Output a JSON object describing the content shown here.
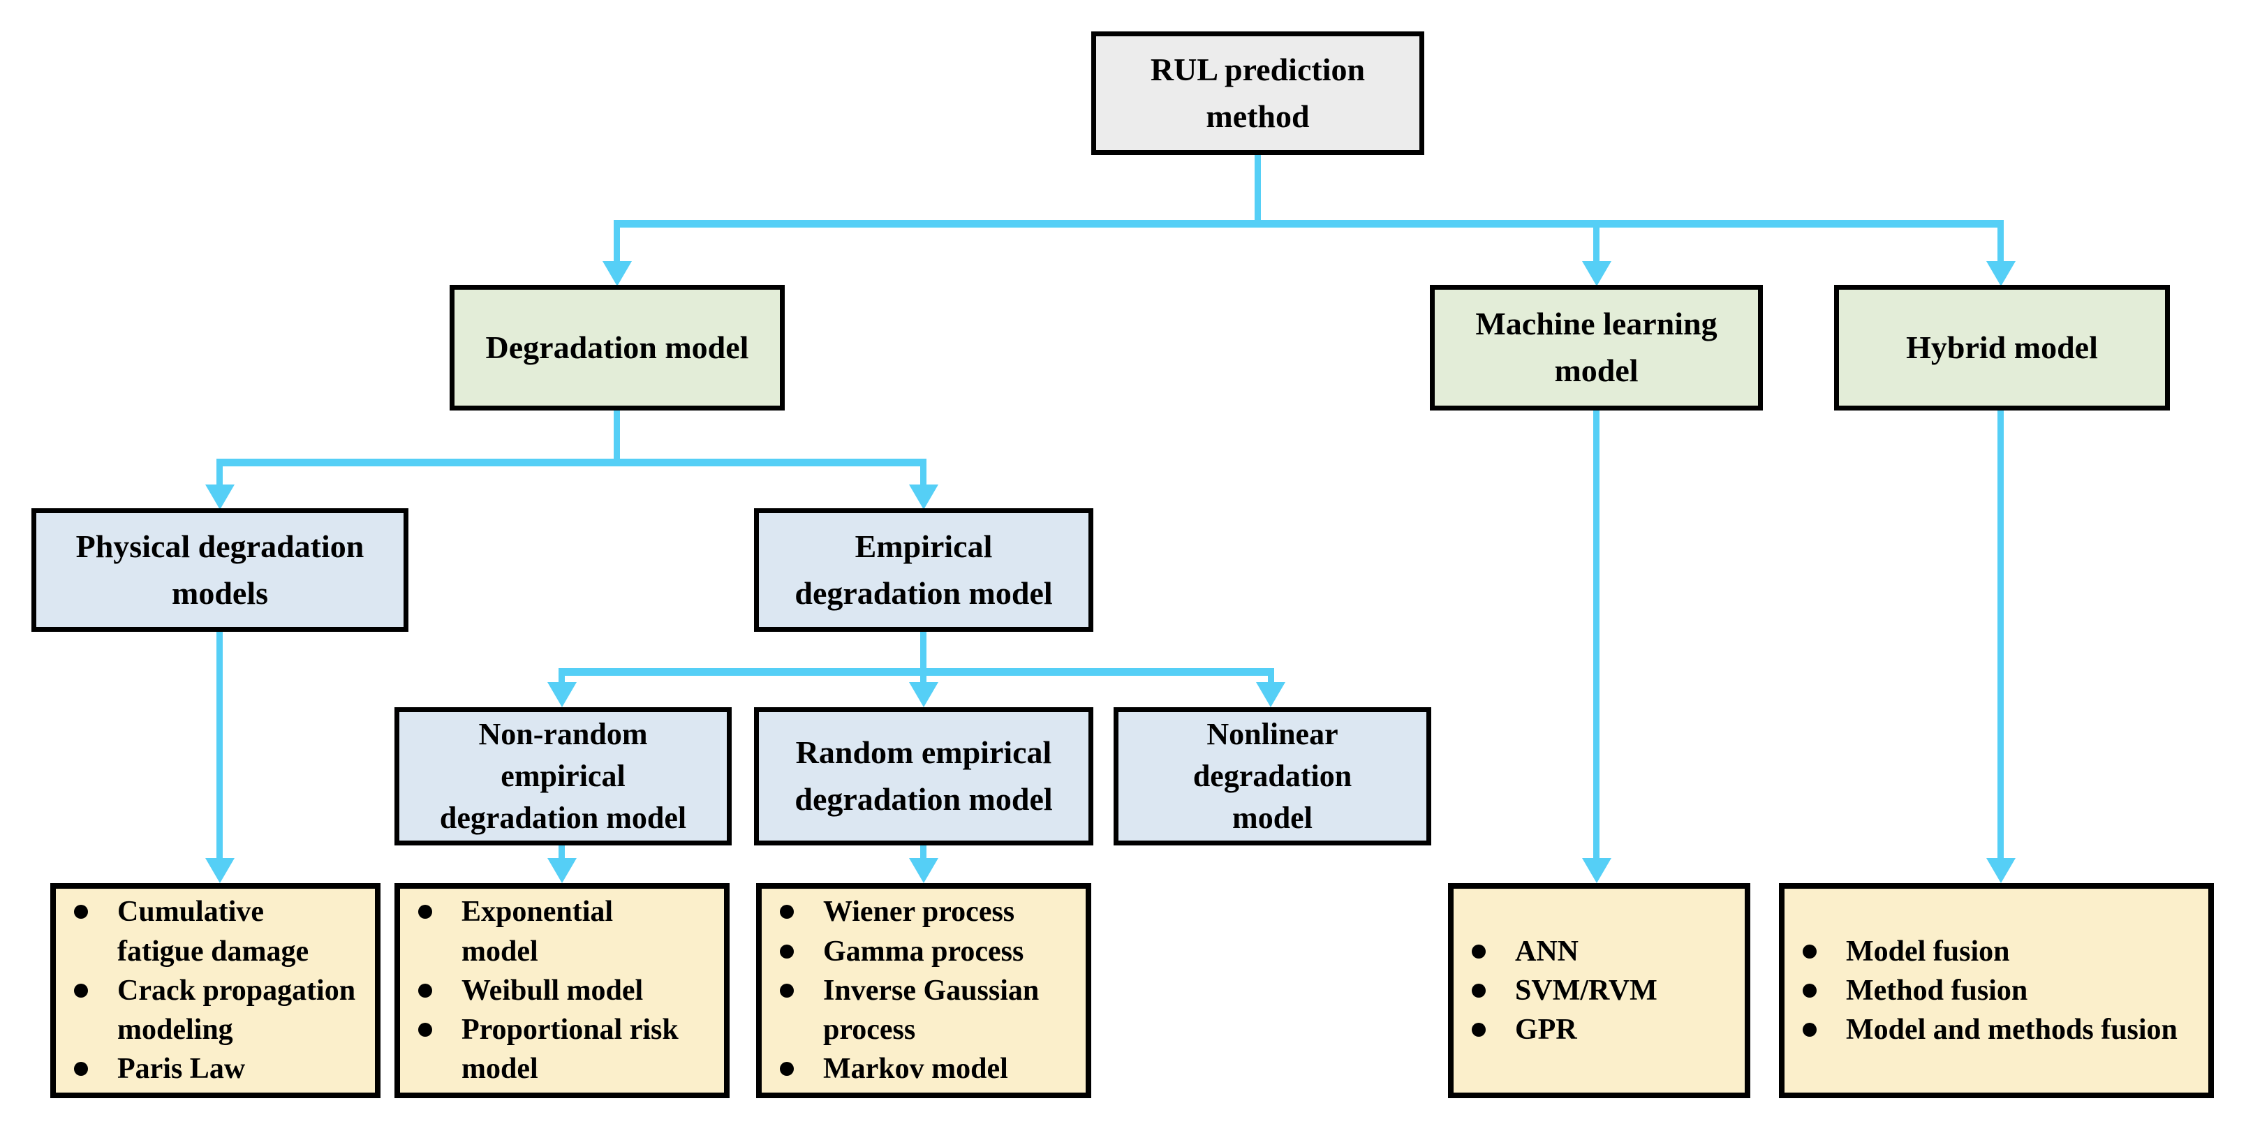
{
  "colors": {
    "arrow": "#55CFF6",
    "root_fill": "#ECECEC",
    "branch_fill": "#E3EDD8",
    "sub_fill": "#DCE7F2",
    "leaf_fill": "#FBEFCB",
    "border": "#000000"
  },
  "nodes": {
    "root": {
      "label": "RUL prediction\nmethod"
    },
    "degradation": {
      "label": "Degradation model"
    },
    "machine_learning": {
      "label": "Machine learning\nmodel"
    },
    "hybrid": {
      "label": "Hybrid model"
    },
    "physical": {
      "label": "Physical degradation\nmodels"
    },
    "empirical": {
      "label": "Empirical\ndegradation model"
    },
    "non_random": {
      "label": "Non-random\nempirical\ndegradation model"
    },
    "random": {
      "label": "Random empirical\ndegradation model"
    },
    "nonlinear": {
      "label": "Nonlinear\ndegradation\nmodel"
    }
  },
  "leaves": {
    "physical": {
      "items": [
        "Cumulative\nfatigue damage",
        "Crack propagation\nmodeling",
        "Paris Law"
      ]
    },
    "non_random": {
      "items": [
        "Exponential\nmodel",
        "Weibull model",
        "Proportional risk\nmodel"
      ]
    },
    "random": {
      "items": [
        "Wiener process",
        "Gamma process",
        "Inverse Gaussian\nprocess",
        "Markov model"
      ]
    },
    "machine_learning": {
      "items": [
        "ANN",
        "SVM/RVM",
        "GPR"
      ]
    },
    "hybrid": {
      "items": [
        "Model fusion",
        "Method fusion",
        "Model and methods fusion"
      ]
    }
  }
}
